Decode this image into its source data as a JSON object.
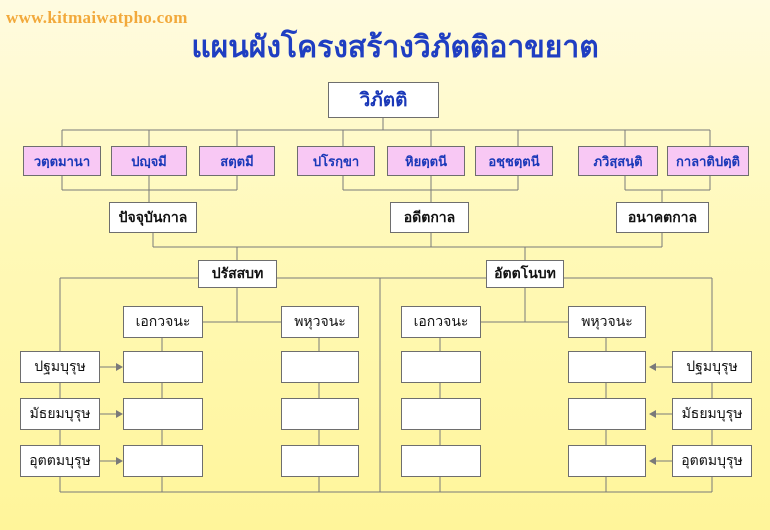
{
  "watermark": "www.kitmaiwatpho.com",
  "title": "แผนผังโครงสร้างวิภัตติอาขยาต",
  "root": "วิภัตติ",
  "groups": {
    "present": {
      "items": [
        "วตฺตมานา",
        "ปญฺจมี",
        "สตฺตมี"
      ],
      "label": "ปัจจุบันกาล"
    },
    "past": {
      "items": [
        "ปโรกฺขา",
        "หิยตฺตนี",
        "อชฺชตฺตนี"
      ],
      "label": "อดีตกาล"
    },
    "future": {
      "items": [
        "ภวิสฺสนฺติ",
        "กาลาติปตฺติ"
      ],
      "label": "อนาคตกาล"
    }
  },
  "voices": {
    "active": {
      "label": "ปรัสสบท",
      "number_singular": "เอกวจนะ",
      "number_plural": "พหุวจนะ"
    },
    "middle": {
      "label": "อัตตโนบท",
      "number_singular": "เอกวจนะ",
      "number_plural": "พหุวจนะ"
    }
  },
  "persons": [
    "ปฐมบุรุษ",
    "มัธยมบุรุษ",
    "อุตตมบุรุษ"
  ]
}
